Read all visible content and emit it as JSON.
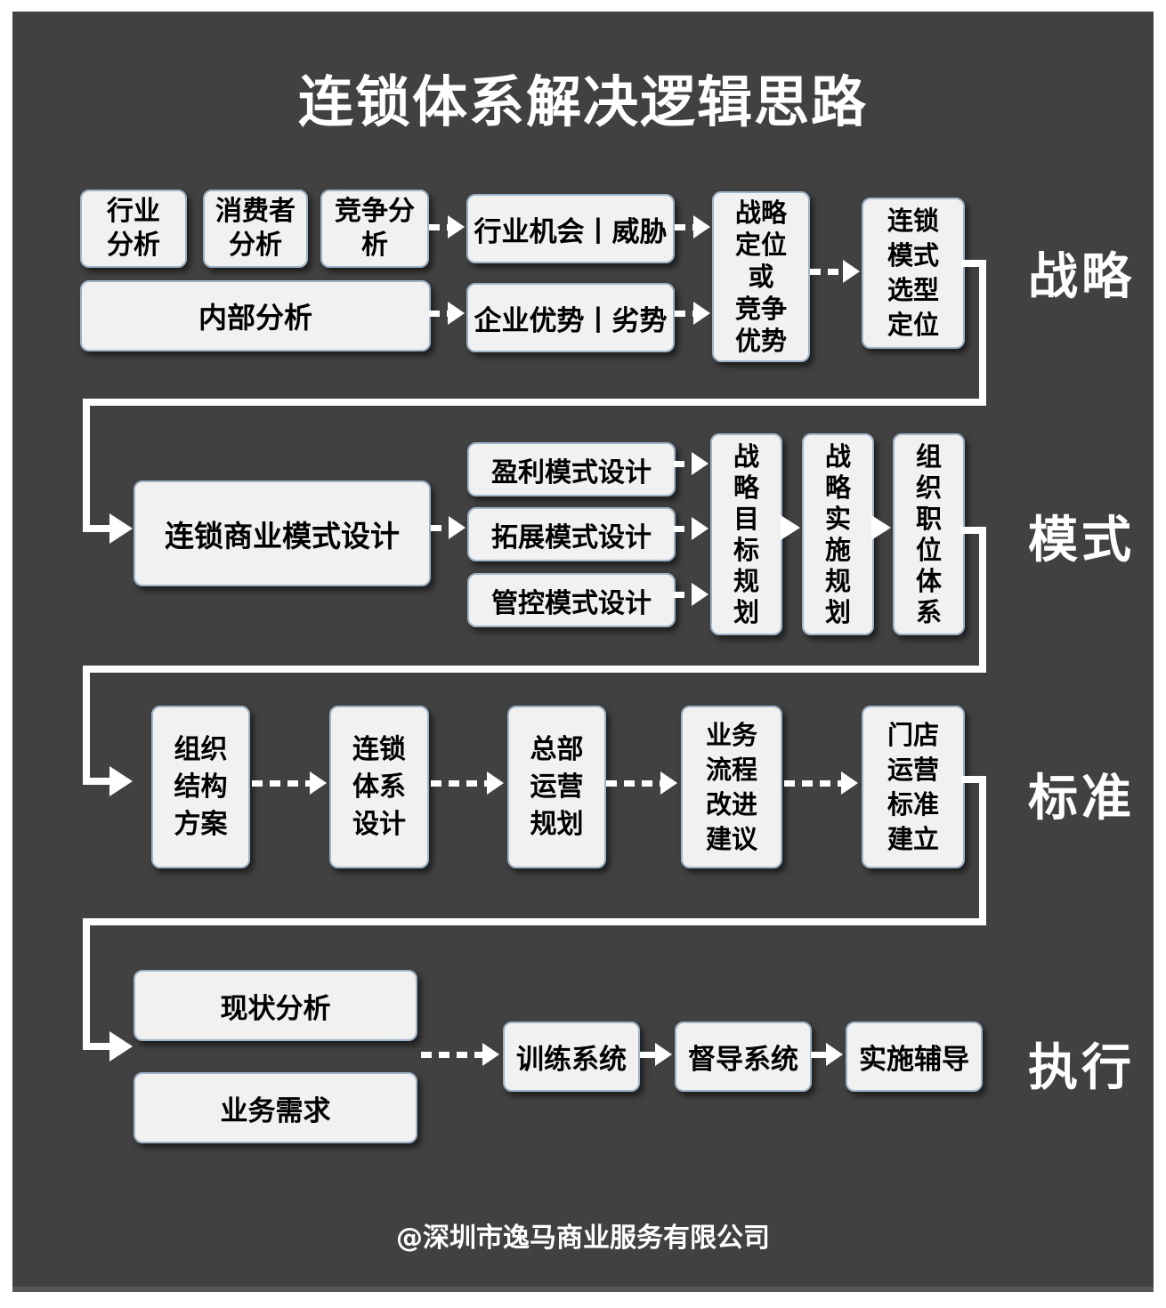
{
  "title": "连锁体系解决逻辑思路",
  "footer": "@深圳市逸马商业服务有限公司",
  "labels": {
    "strategy": "战略",
    "model": "模式",
    "standard": "标准",
    "execution": "执行"
  },
  "row1": {
    "industry": "行业\n分析",
    "consumer": "消费者\n分析",
    "competition": "竞争分\n析",
    "opportunity_threat": "行业机会丨威胁",
    "internal": "内部分析",
    "advantage_disadvantage": "企业优势丨劣势",
    "strategy_position": "战略\n定位\n或\n竞争\n优势",
    "chain_mode_selection": "连锁\n模式\n选型\n定位"
  },
  "row2": {
    "chain_business_model": "连锁商业模式设计",
    "profit_model": "盈利模式设计",
    "expansion_model": "拓展模式设计",
    "control_model": "管控模式设计",
    "strategy_goal_plan": "战\n略\n目\n标\n规\n划",
    "strategy_impl_plan": "战\n略\n实\n施\n规\n划",
    "org_position_system": "组\n织\n职\n位\n体\n系"
  },
  "row3": {
    "org_structure": "组织\n结构\n方案",
    "chain_system_design": "连锁\n体系\n设计",
    "hq_operation_plan": "总部\n运营\n规划",
    "biz_process_improve": "业务\n流程\n改进\n建议",
    "store_operation_std": "门店\n运营\n标准\n建立"
  },
  "row4": {
    "status_analysis": "现状分析",
    "biz_requirement": "业务需求",
    "training_system": "训练系统",
    "supervision_system": "督导系统",
    "implementation_coaching": "实施辅导"
  },
  "colors": {
    "panel": "#414141",
    "box_fill": "#f1f1f1",
    "box_border": "#9db3c7",
    "connector": "#ffffff",
    "text": "#000000"
  }
}
